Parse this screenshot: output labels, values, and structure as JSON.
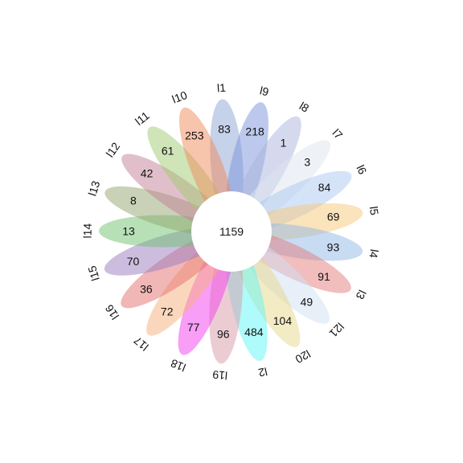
{
  "chart_data": {
    "type": "flower-venn",
    "core": {
      "value": "1159"
    },
    "petals": [
      {
        "set": "l1",
        "value": "83",
        "color": "#8ea3d6"
      },
      {
        "set": "l9",
        "value": "218",
        "color": "#7a93d9"
      },
      {
        "set": "l8",
        "value": "1",
        "color": "#aab3dc"
      },
      {
        "set": "l7",
        "value": "3",
        "color": "#dde5f0"
      },
      {
        "set": "l6",
        "value": "84",
        "color": "#a9c8ef"
      },
      {
        "set": "l5",
        "value": "69",
        "color": "#f8c77a"
      },
      {
        "set": "l4",
        "value": "93",
        "color": "#8fb8e6"
      },
      {
        "set": "l3",
        "value": "91",
        "color": "#e47b7b"
      },
      {
        "set": "l21",
        "value": "49",
        "color": "#cfe0f3"
      },
      {
        "set": "l20",
        "value": "104",
        "color": "#e7d88a"
      },
      {
        "set": "l2",
        "value": "484",
        "color": "#5ff5f5"
      },
      {
        "set": "l19",
        "value": "96",
        "color": "#d99aa8"
      },
      {
        "set": "l18",
        "value": "77",
        "color": "#f23ef0"
      },
      {
        "set": "l17",
        "value": "72",
        "color": "#f6b07a"
      },
      {
        "set": "l16",
        "value": "36",
        "color": "#e46d6d"
      },
      {
        "set": "l15",
        "value": "70",
        "color": "#9a7bc0"
      },
      {
        "set": "l14",
        "value": "13",
        "color": "#6fc26f"
      },
      {
        "set": "l13",
        "value": "8",
        "color": "#94a36e"
      },
      {
        "set": "l12",
        "value": "42",
        "color": "#c47f95"
      },
      {
        "set": "l11",
        "value": "61",
        "color": "#9fcc72"
      },
      {
        "set": "l10",
        "value": "253",
        "color": "#f08a5a"
      }
    ]
  }
}
